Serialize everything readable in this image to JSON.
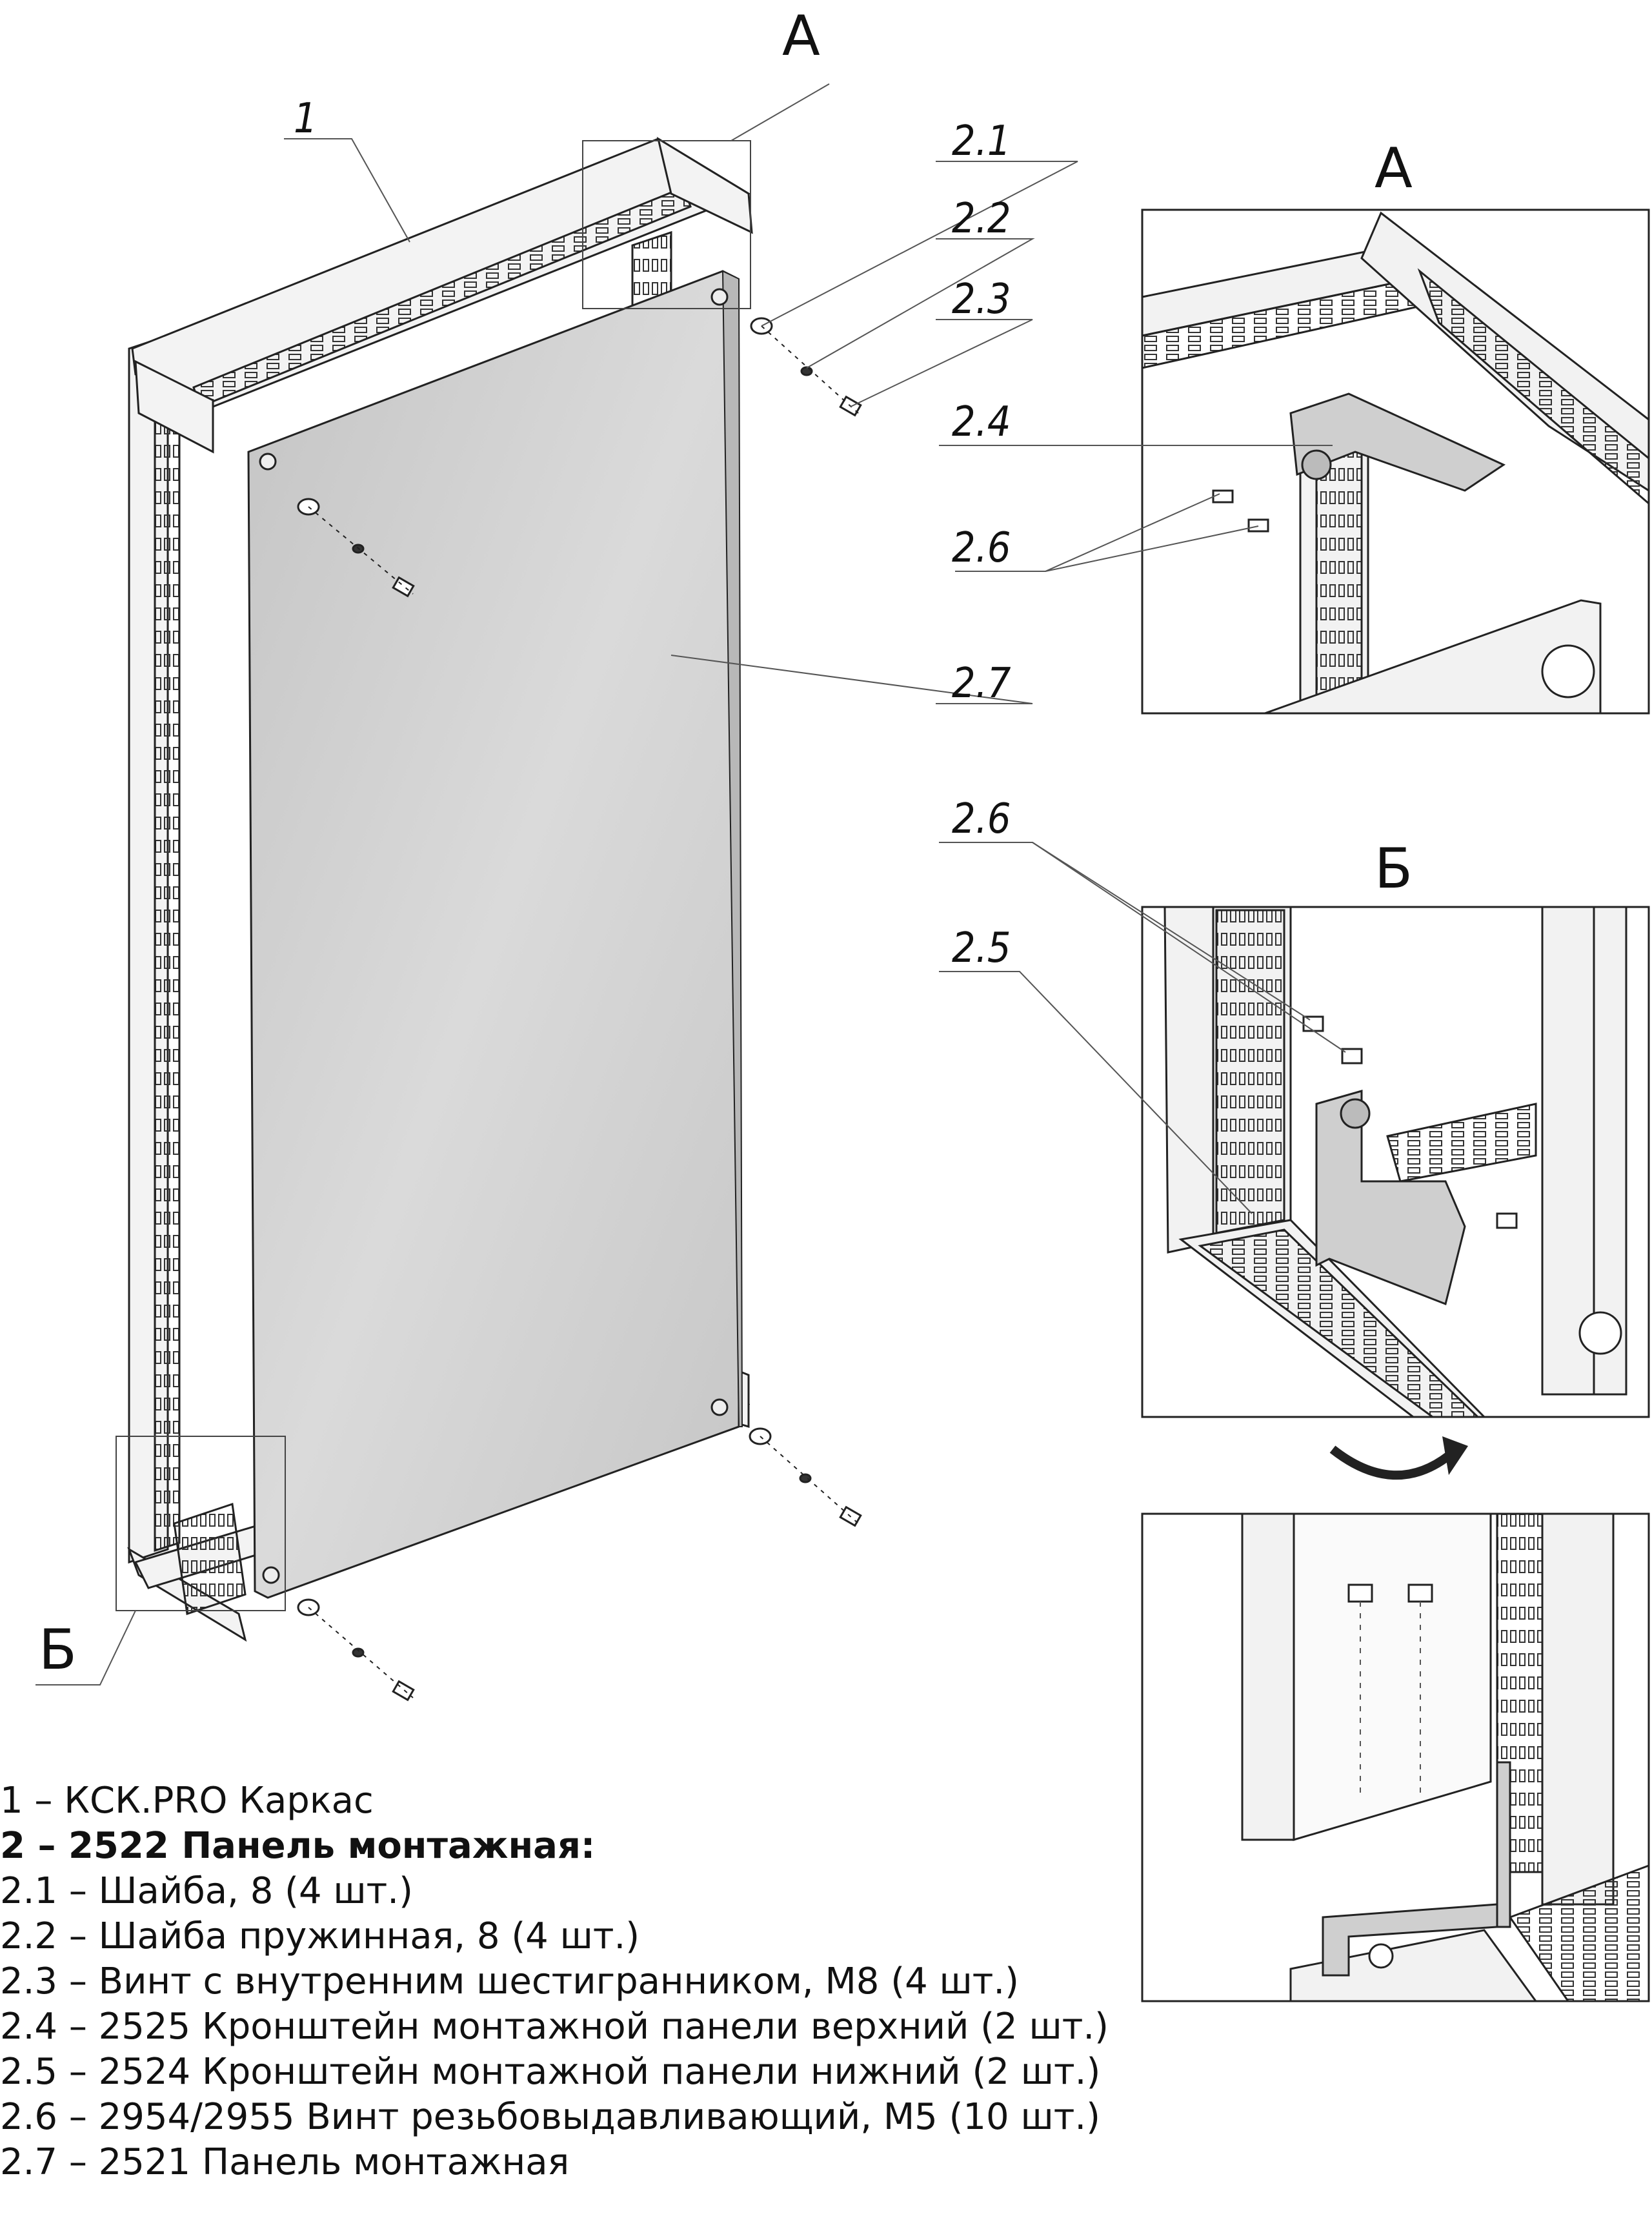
{
  "callouts": {
    "c1": "1",
    "c2_1": "2.1",
    "c2_2": "2.2",
    "c2_3": "2.3",
    "c2_7": "2.7",
    "viewA_main": "А",
    "viewB_main": "Б"
  },
  "detail_A": {
    "title": "А",
    "c2_4": "2.4",
    "c2_6": "2.6"
  },
  "detail_B": {
    "title": "Б",
    "c2_6": "2.6",
    "c2_5": "2.5"
  },
  "legend": {
    "items": [
      "1 – КСК.PRO Каркас",
      "2 – 2522 Панель монтажная:",
      "2.1 – Шайба, 8 (4 шт.)",
      "2.2 – Шайба пружинная, 8 (4 шт.)",
      "2.3 – Винт с внутренним шестигранником, М8 (4 шт.)",
      "2.4 – 2525 Кронштейн монтажной панели верхний (2 шт.)",
      "2.5 – 2524 Кронштейн монтажной панели нижний (2 шт.)",
      "2.6 – 2954/2955 Винт резьбовыдавливающий, М5 (10 шт.)",
      "2.7 – 2521 Панель монтажная"
    ]
  },
  "colors": {
    "panel_fill": "#d2d2d2",
    "frame_fill": "#f2f2f2",
    "line": "#222222",
    "leader": "#555555"
  }
}
